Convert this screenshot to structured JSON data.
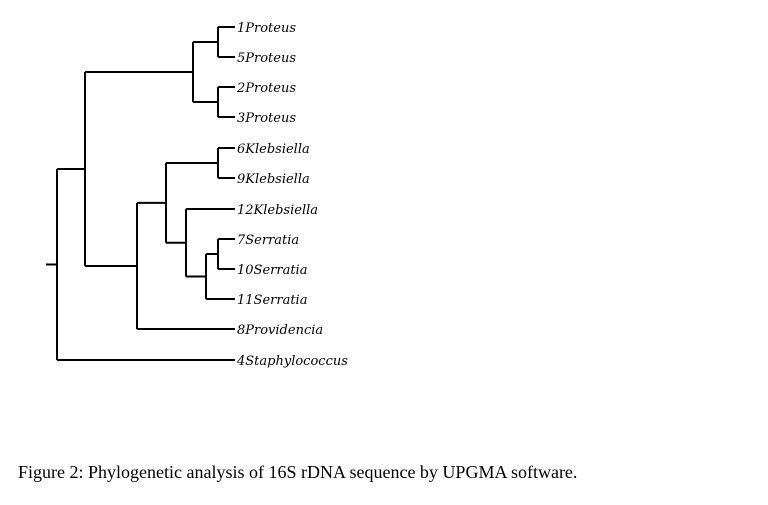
{
  "figure": {
    "caption": "Figure 2: Phylogenetic analysis of 16S rDNA sequence by UPGMA software."
  },
  "tree": {
    "leaves": [
      "1Proteus",
      "5Proteus",
      "2Proteus",
      "3Proteus",
      "6Klebsiella",
      "9Klebsiella",
      "12Klebsiella",
      "7Serratia",
      "10Serratia",
      "11Serratia",
      "8Providencia",
      "4Staphylococcus"
    ],
    "topology": [
      [
        [
          [
            "1Proteus",
            "5Proteus"
          ],
          [
            "2Proteus",
            "3Proteus"
          ]
        ],
        [
          [
            [
              "6Klebsiella",
              "9Klebsiella"
            ],
            [
              "12Klebsiella",
              [
                [
                  "7Serratia",
                  "10Serratia"
                ],
                "11Serratia"
              ]
            ]
          ],
          "8Providencia"
        ]
      ],
      "4Staphylococcus"
    ]
  }
}
